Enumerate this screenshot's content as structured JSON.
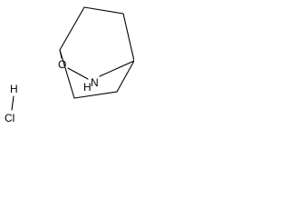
{
  "molecule": {
    "atoms": {
      "oxygen": "O",
      "nitrogen": "N",
      "nh_hydrogen": "H"
    },
    "salt": {
      "hydrogen": "H",
      "chlorine": "Cl"
    }
  },
  "colors": {
    "bond": "#000000",
    "label": "#000000",
    "background": "#ffffff"
  }
}
